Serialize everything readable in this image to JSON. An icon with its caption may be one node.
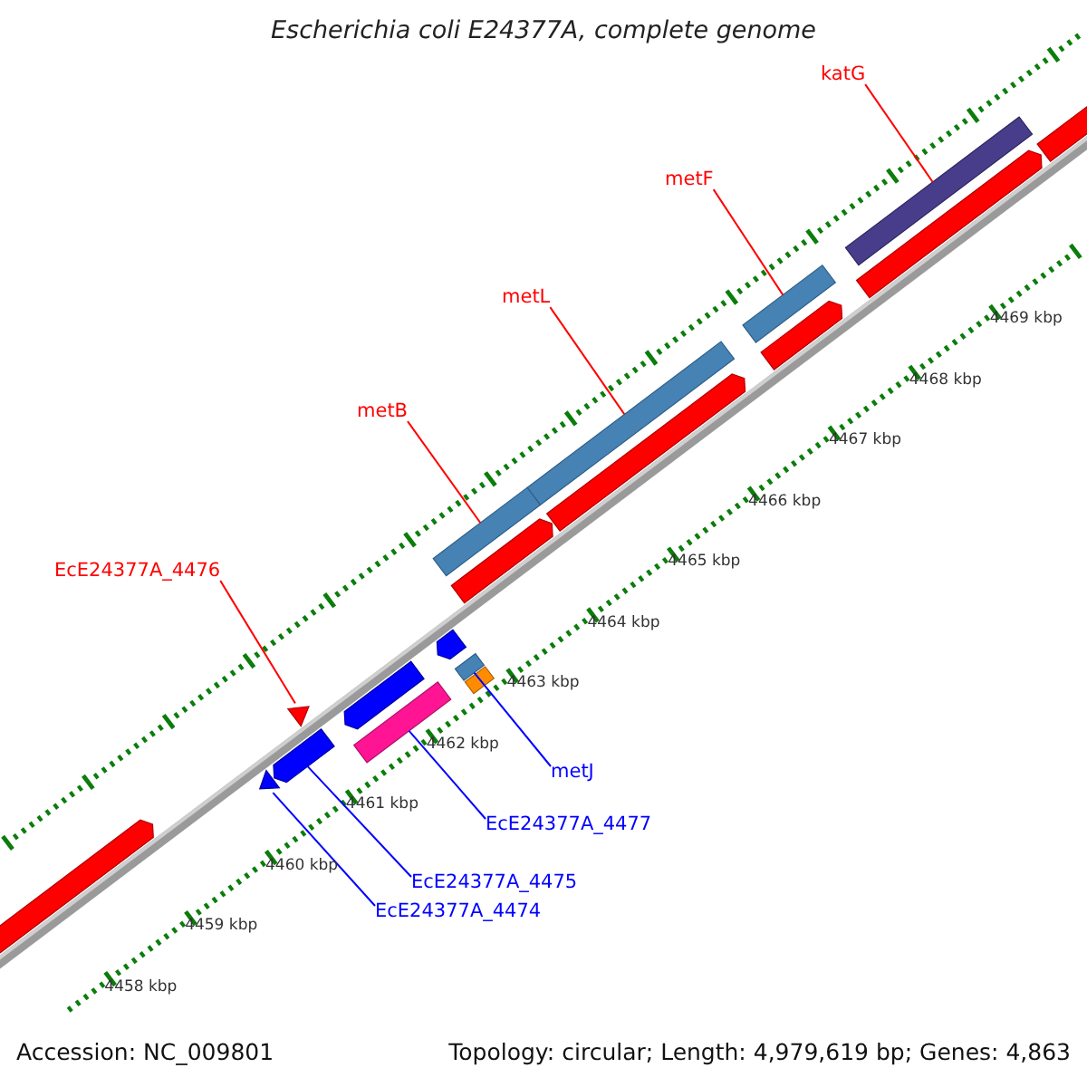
{
  "diagram": {
    "title": "Escherichia coli E24377A, complete genome",
    "nodes": [
      {
        "text": [
          "katG"
        ]
      },
      {
        "text": [],
        "shape": "bar"
      },
      {
        "text": [
          "metF"
        ]
      },
      {
        "text": [],
        "shape": "bar"
      },
      {
        "text": [
          "metL"
        ]
      },
      {
        "text": [],
        "shape": "bar"
      },
      {
        "text": [
          "metB"
        ]
      },
      {
        "text": [],
        "shape": "bar"
      },
      {
        "text": [
          "EcE24377A_4476"
        ]
      },
      {
        "text": [],
        "shape": "triangle"
      },
      {
        "text": [
          "metJ"
        ]
      },
      {
        "text": [],
        "shape": "bar"
      },
      {
        "text": [
          "EcE24377A_4477"
        ]
      },
      {
        "text": [],
        "shape": "bar"
      },
      {
        "text": [
          "EcE24377A_4475"
        ]
      },
      {
        "text": [],
        "shape": "arrow"
      },
      {
        "text": [
          "EcE24377A_4474"
        ]
      },
      {
        "text": [],
        "shape": "triangle"
      },
      {
        "text": [],
        "shape": "arrow"
      },
      {
        "text": [],
        "shape": "arrow"
      },
      {
        "text": [],
        "shape": "arrow"
      },
      {
        "text": [],
        "shape": "arrow"
      },
      {
        "text": [],
        "shape": "arrow"
      },
      {
        "text": [],
        "shape": "arrow"
      },
      {
        "text": [],
        "shape": "arrow"
      },
      {
        "text": [],
        "shape": "arrow"
      },
      {
        "text": [],
        "shape": "bar"
      }
    ],
    "edges": [
      {
        "from": 0,
        "to": 1,
        "arrow": "none"
      },
      {
        "from": 2,
        "to": 3,
        "arrow": "none"
      },
      {
        "from": 4,
        "to": 5,
        "arrow": "none"
      },
      {
        "from": 6,
        "to": 7,
        "arrow": "none"
      },
      {
        "from": 8,
        "to": 9,
        "arrow": "none"
      },
      {
        "from": 10,
        "to": 11,
        "arrow": "none",
        "color": "#0000ff"
      },
      {
        "from": 12,
        "to": 13,
        "arrow": "none",
        "color": "#0000ff"
      },
      {
        "from": 14,
        "to": 15,
        "arrow": "none",
        "color": "#0000ff"
      },
      {
        "from": 16,
        "to": 17,
        "arrow": "none",
        "color": "#0000ff"
      }
    ],
    "labels": [
      "4469 kbp",
      "4468 kbp",
      "4467 kbp",
      "4466 kbp",
      "4465 kbp",
      "4464 kbp",
      "4463 kbp",
      "4462 kbp",
      "4461 kbp",
      "4460 kbp",
      "4459 kbp",
      "4458 kbp",
      "Accession: NC_009801",
      "Topology: circular; Length: 4,979,619 bp; Genes: 4,863"
    ]
  }
}
